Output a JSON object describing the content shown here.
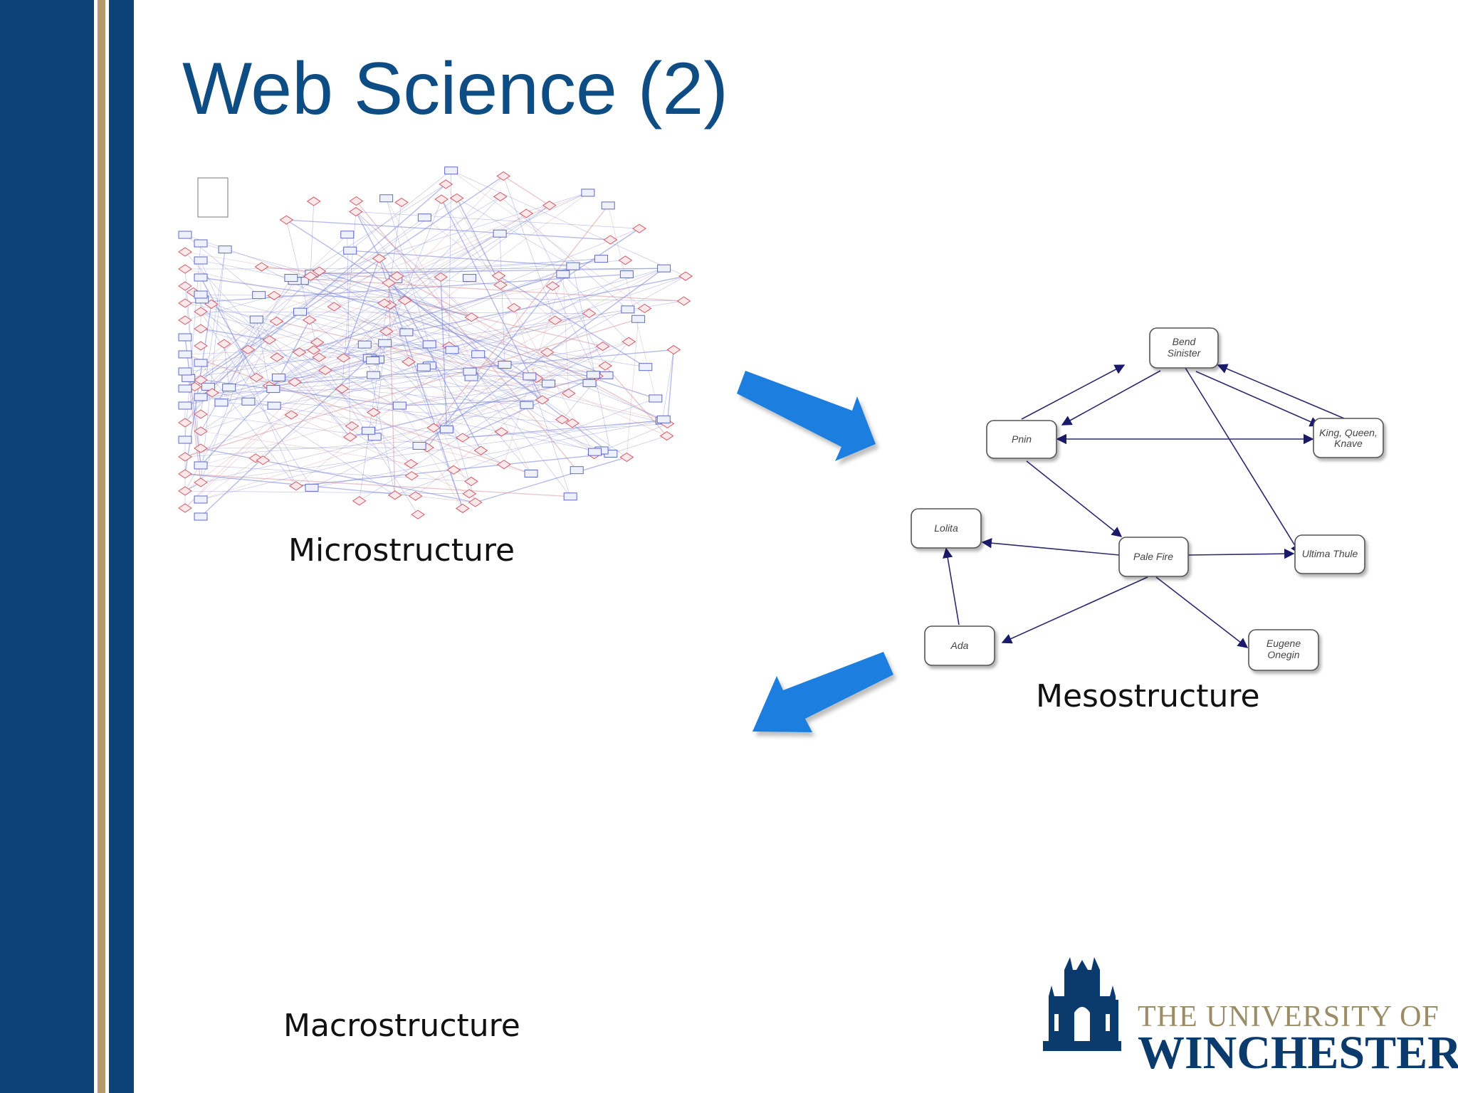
{
  "slide": {
    "title": "Web Science (2)",
    "micro_label": "Microstructure",
    "meso_label": "Mesostructure",
    "macro_label": "Macrostructure"
  },
  "graph": {
    "nodes": [
      {
        "id": "bend",
        "lines": [
          "Bend",
          "Sinister"
        ]
      },
      {
        "id": "pnin",
        "lines": [
          "Pnin"
        ]
      },
      {
        "id": "kqk",
        "lines": [
          "King, Queen,",
          "Knave"
        ]
      },
      {
        "id": "lolita",
        "lines": [
          "Lolita"
        ]
      },
      {
        "id": "palefire",
        "lines": [
          "Pale Fire"
        ]
      },
      {
        "id": "ultima",
        "lines": [
          "Ultima Thule"
        ]
      },
      {
        "id": "ada",
        "lines": [
          "Ada"
        ]
      },
      {
        "id": "eugene",
        "lines": [
          "Eugene",
          "Onegin"
        ]
      }
    ]
  },
  "logo": {
    "line1": "THE UNIVERSITY OF",
    "line2": "WINCHESTER"
  },
  "colors": {
    "navy": "#0b4379",
    "tan": "#b49a6a",
    "title": "#0d4d84",
    "arrow": "#1e7fe0"
  }
}
